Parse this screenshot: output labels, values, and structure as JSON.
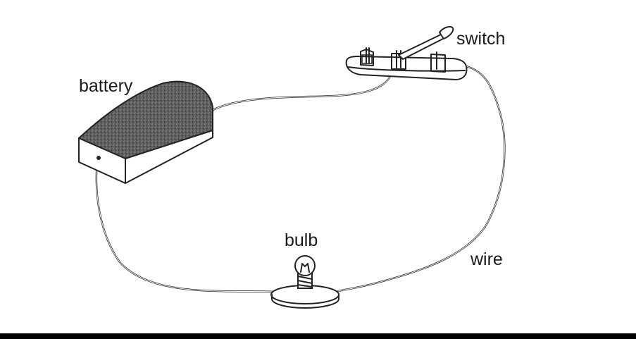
{
  "labels": {
    "battery": "battery",
    "switch": "switch",
    "bulb": "bulb",
    "wire": "wire"
  },
  "colors": {
    "line": "#222222",
    "battery_top": "#6a6a6a",
    "background": "#ffffff"
  }
}
